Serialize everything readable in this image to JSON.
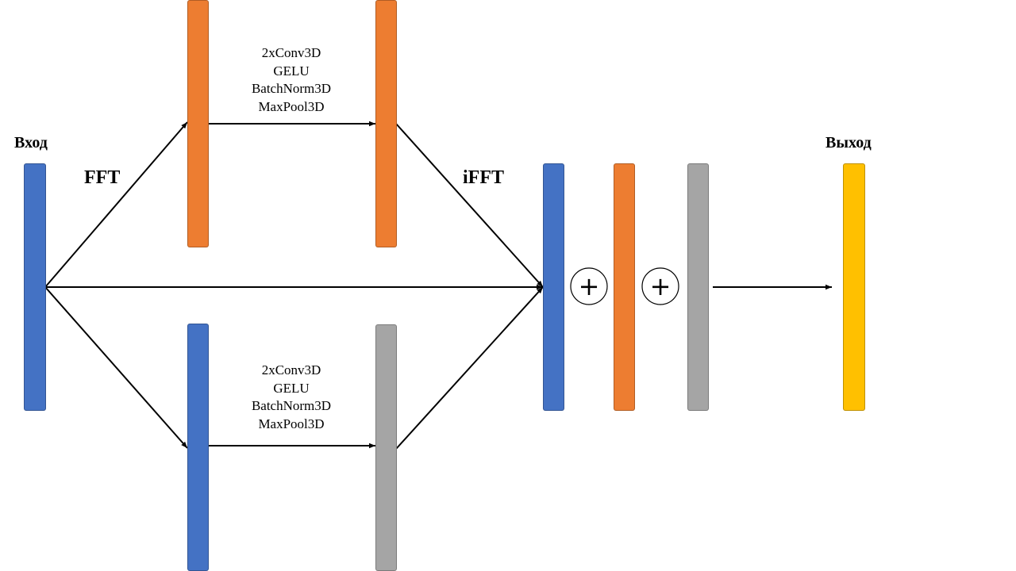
{
  "labels": {
    "input": "Вход",
    "output": "Выход",
    "fft": "FFT",
    "ifft": "iFFT"
  },
  "upper_ops": [
    "2xConv3D",
    "GELU",
    "BatchNorm3D",
    "MaxPool3D"
  ],
  "lower_ops": [
    "2xConv3D",
    "GELU",
    "BatchNorm3D",
    "MaxPool3D"
  ],
  "sum_symbol": "+",
  "colors": {
    "blue": "#4472C4",
    "orange": "#ED7D31",
    "gray": "#A5A5A5",
    "yellow": "#FFC000",
    "line": "#000000"
  }
}
